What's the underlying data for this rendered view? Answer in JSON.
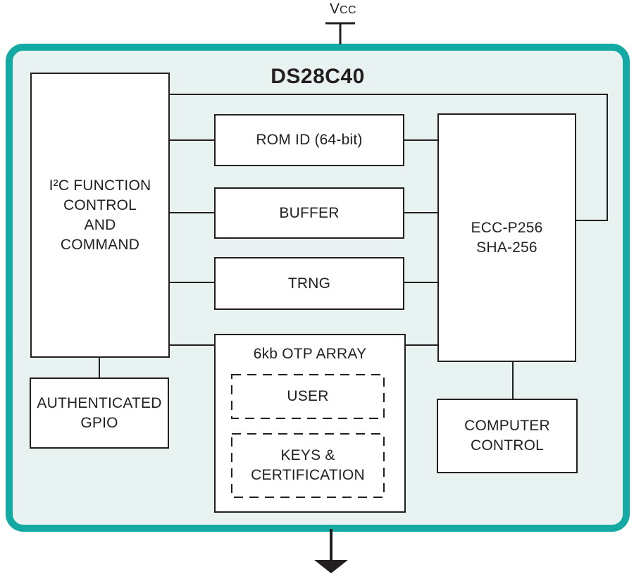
{
  "diagram": {
    "power_rail": {
      "label_main": "V",
      "label_sub": "CC"
    },
    "title": "DS28C40",
    "blocks": {
      "i2c": "I²C FUNCTION\nCONTROL\nAND\nCOMMAND",
      "rom_id": "ROM ID (64-bit)",
      "buffer": "BUFFER",
      "trng": "TRNG",
      "otp_array": "6kb OTP ARRAY",
      "otp_user": "USER",
      "otp_keys": "KEYS &\nCERTIFICATION",
      "ecc": "ECC-P256\nSHA-256",
      "computer_control": "COMPUTER\nCONTROL",
      "gpio": "AUTHENTICATED\nGPIO"
    },
    "colors": {
      "accent_teal": "#14A9A2",
      "panel_fill": "#E8F3F1",
      "line": "#231F20",
      "block_fill": "#FFFFFF"
    },
    "icons": {
      "power_tap": "power-rail-icon",
      "bottom_arrow": "down-arrow-icon"
    }
  }
}
